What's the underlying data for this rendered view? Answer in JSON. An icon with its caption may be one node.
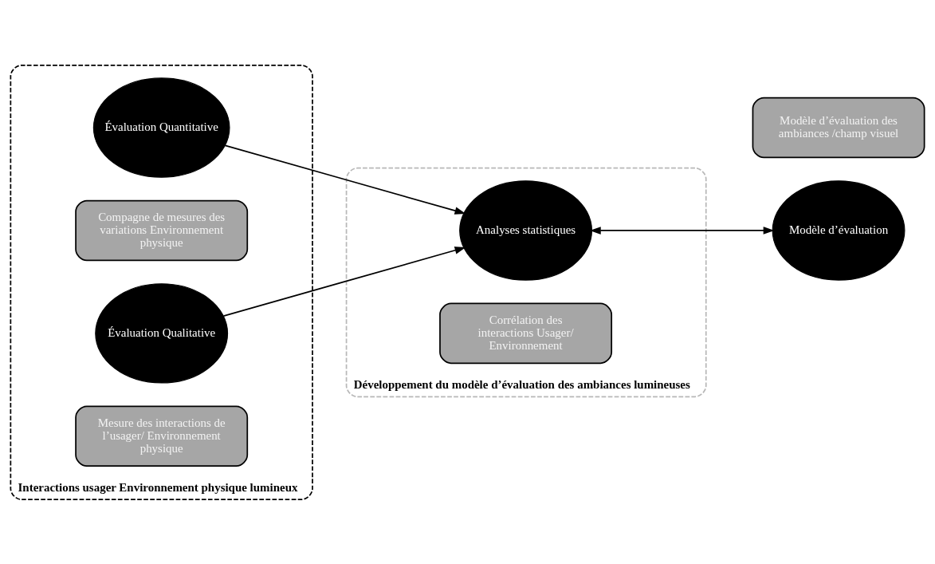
{
  "diagram": {
    "nodes": [
      {
        "text": [
          "Interactions usager Environnement physique lumineux"
        ]
      },
      {
        "text": [
          "Évaluation Quantitative"
        ],
        "in": 0
      },
      {
        "text": [
          "Compagne de mesures des variations Environnement physique"
        ],
        "in": 0
      },
      {
        "text": [
          "Évaluation Qualitative"
        ],
        "in": 0
      },
      {
        "text": [
          "Mesure des interactions de l’usager/ Environnement physique"
        ],
        "in": 0
      },
      {
        "text": [
          "Développement du modèle d’évaluation des ambiances lumineuses"
        ]
      },
      {
        "text": [
          "Analyses statistiques"
        ],
        "in": 5
      },
      {
        "text": [
          "Corrélation des interactions Usager/ Environnement"
        ],
        "in": 5
      },
      {
        "text": [
          "Modèle d’évaluation"
        ]
      },
      {
        "text": [
          "Modèle d’évaluation des ambiances /champ visuel"
        ]
      }
    ],
    "edges": [
      {
        "from": 1,
        "to": 6,
        "arrow": "to"
      },
      {
        "from": 3,
        "to": 6,
        "arrow": "to"
      },
      {
        "from": 6,
        "to": 8,
        "arrow": "both"
      }
    ]
  }
}
